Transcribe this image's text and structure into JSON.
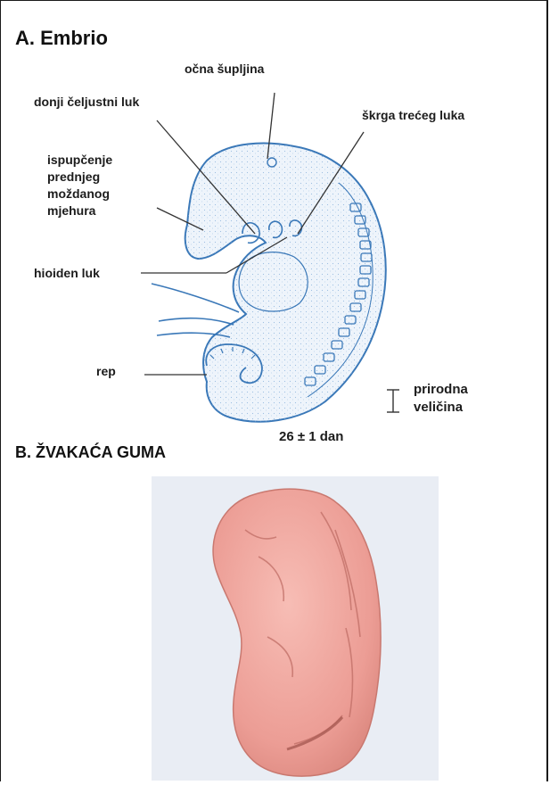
{
  "section_a": {
    "title": "A. Embrio",
    "labels": {
      "eye_cavity": "očna šupljina",
      "mandibular_arch": "donji čeljustni luk",
      "gill_third_arch": "škrga trećeg luka",
      "forebrain_1": "ispupčenje",
      "forebrain_2": "prednjeg",
      "forebrain_3": "moždanog",
      "forebrain_4": "mjehura",
      "hyoid_arch": "hioiden luk",
      "tail": "rep",
      "natural_size_1": "prirodna",
      "natural_size_2": "veličina",
      "age": "26 ± 1 dan"
    }
  },
  "section_b": {
    "title": "B. ŽVAKAĆA GUMA"
  },
  "colors": {
    "embryo_outline": "#3a78b8",
    "embryo_fill": "#eef4fb",
    "gum": "#f0a79f",
    "photo_bg": "#e9edf4"
  }
}
